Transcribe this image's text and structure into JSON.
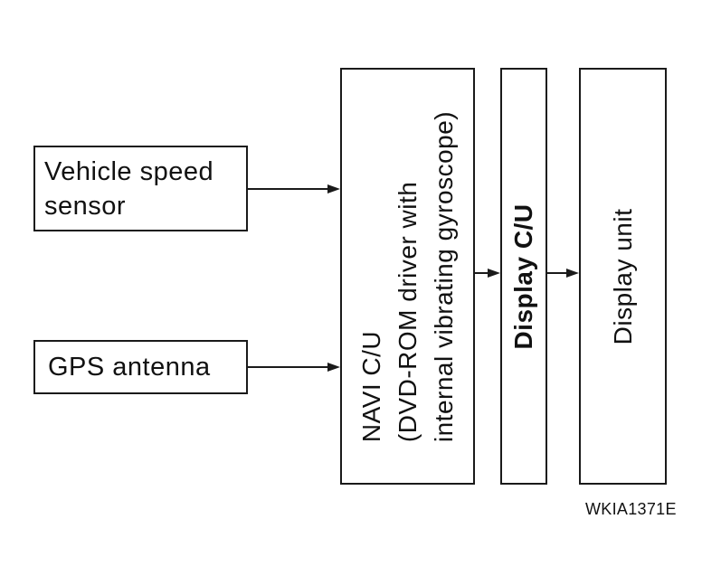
{
  "blocks": {
    "speed_sensor": {
      "line1": "Vehicle speed",
      "line2": "sensor"
    },
    "gps_antenna": {
      "label": "GPS antenna"
    },
    "navi_cu": {
      "line1": "NAVI C/U",
      "line2": "(DVD-ROM driver with",
      "line3": "internal vibrating gyroscope)"
    },
    "display_cu": {
      "label": "Display C/U"
    },
    "display_unit": {
      "label": "Display unit"
    }
  },
  "figure_code": "WKIA1371E"
}
